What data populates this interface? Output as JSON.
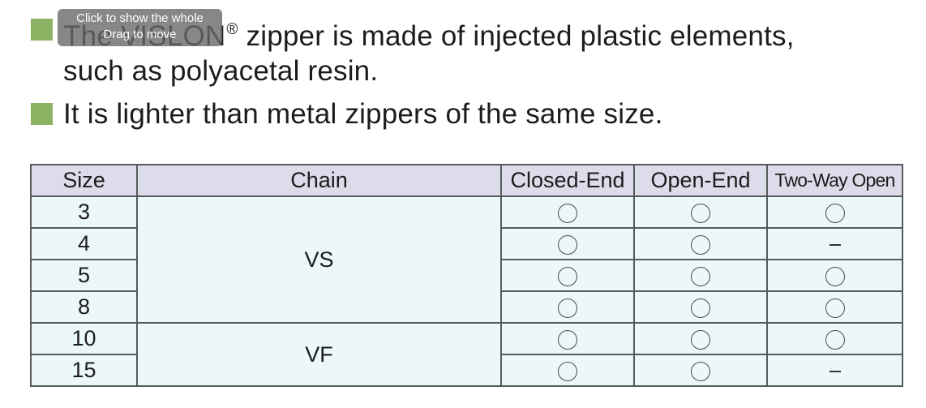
{
  "bullets": [
    {
      "line1_prefix": "The VISLON",
      "registered_mark": "®",
      "line1_suffix": " zipper is made of injected plastic elements,",
      "line2": "such as polyacetal resin."
    },
    {
      "text": "It is lighter than metal zippers of the same size."
    }
  ],
  "overlay": {
    "line1": "Click to show the whole",
    "line2": "Drag to move"
  },
  "table": {
    "headers": [
      "Size",
      "Chain",
      "Closed-End",
      "Open-End",
      "Two-Way Open"
    ],
    "rows": [
      {
        "size": "3",
        "chain": "VS",
        "closed_end": "circle",
        "open_end": "circle",
        "two_way_open": "circle"
      },
      {
        "size": "4",
        "chain": "VS",
        "closed_end": "circle",
        "open_end": "circle",
        "two_way_open": "–"
      },
      {
        "size": "5",
        "chain": "VS",
        "closed_end": "circle",
        "open_end": "circle",
        "two_way_open": "circle"
      },
      {
        "size": "8",
        "chain": "VS",
        "closed_end": "circle",
        "open_end": "circle",
        "two_way_open": "circle"
      },
      {
        "size": "10",
        "chain": "VF",
        "closed_end": "circle",
        "open_end": "circle",
        "two_way_open": "circle"
      },
      {
        "size": "15",
        "chain": "VF",
        "closed_end": "circle",
        "open_end": "circle",
        "two_way_open": "–"
      }
    ]
  },
  "colors": {
    "bullet_square": "#8db264",
    "header_bg": "#dcdcea",
    "cell_bg": "#ecf7fa",
    "border": "#555a5a",
    "overlay_bg": "#696969"
  }
}
